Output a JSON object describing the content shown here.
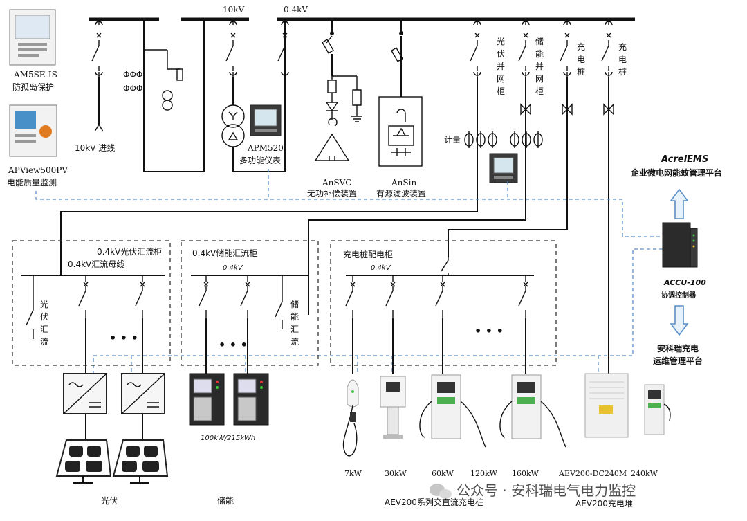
{
  "bus_labels": {
    "hv": "10kV",
    "lv": "0.4kV",
    "bus_pv": "0.4kV汇流母线",
    "bus_es": "0.4kV",
    "bus_ev": "0.4kV"
  },
  "left_devices": [
    {
      "line1": "AM5SE-IS",
      "line2": "防孤岛保护"
    },
    {
      "line1": "APView500PV",
      "line2": "电能质量监测"
    }
  ],
  "feeders": {
    "incoming": "10kV 进线",
    "meter": {
      "line1": "APM520",
      "line2": "多功能仪表"
    },
    "svc": {
      "line1": "AnSVC",
      "line2": "无功补偿装置"
    },
    "apf": {
      "line1": "AnSin",
      "line2": "有源滤波装置"
    },
    "metering": "计量",
    "pv_cabinet": [
      "光",
      "伏",
      "并",
      "网",
      "柜"
    ],
    "es_cabinet": [
      "储",
      "能",
      "并",
      "网",
      "柜"
    ],
    "charger1": [
      "充",
      "电",
      "桩"
    ],
    "charger2": [
      "充",
      "电",
      "桩"
    ]
  },
  "platforms": {
    "ems": {
      "line1": "AcrelEMS",
      "line2": "企业微电网能效管理平台"
    },
    "controller": {
      "line1": "ACCU-100",
      "line2": "协调控制器"
    },
    "charge": {
      "line1": "安科瑞充电",
      "line2": "运维管理平台"
    }
  },
  "boxes": {
    "pv": {
      "title": "0.4kV光伏汇流柜",
      "branch": [
        "光",
        "伏",
        "汇",
        "流"
      ]
    },
    "es": {
      "title": "0.4kV储能汇流柜",
      "branch": [
        "储",
        "能",
        "汇",
        "流"
      ]
    },
    "ev": {
      "title": "充电桩配电柜"
    }
  },
  "ellipsis": "• • •",
  "storage_rating": "100kW/215kWh",
  "charger_ratings": [
    "7kW",
    "30kW",
    "60kW",
    "120kW",
    "160kW",
    "AEV200-DC240M",
    "240kW"
  ],
  "bottom_labels": {
    "pv": "光伏",
    "es": "储能",
    "ac_dc": "AEV200系列交直流充电桩",
    "stack": "AEV200充电堆"
  },
  "watermark": "公众号 · 安科瑞电气电力监控",
  "colors": {
    "comm_line": "#5a8fc8",
    "screen": "#4a90c8"
  }
}
